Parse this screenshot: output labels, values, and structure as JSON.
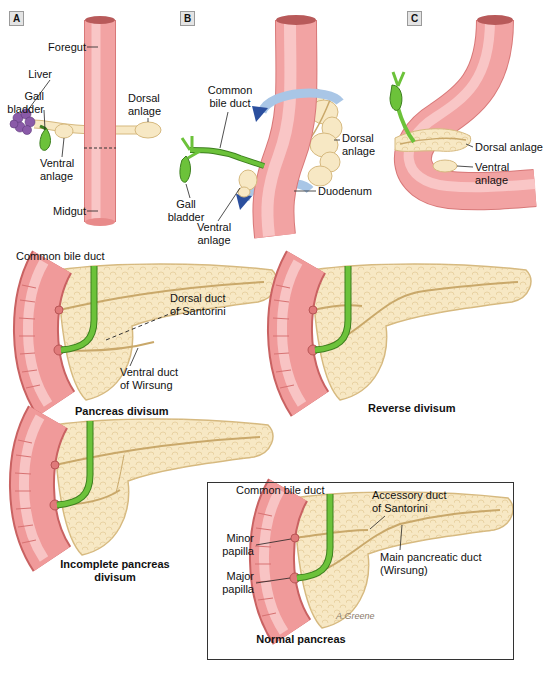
{
  "diagram": {
    "nodes": [
      {
        "text": [
          "A"
        ]
      },
      {
        "text": [
          "B"
        ]
      },
      {
        "text": [
          "C"
        ]
      },
      {
        "text": [
          "Normal pancreas"
        ]
      }
    ],
    "labels": [
      "Foregut",
      "Liver",
      "Gall bladder",
      "Dorsal anlage",
      "Ventral anlage",
      "Midgut",
      "Common bile duct",
      "Dorsal anlage",
      "Gall bladder",
      "Ventral anlage",
      "Duodenum",
      "Dorsal anlage",
      "Ventral anlage",
      "Common bile duct",
      "Dorsal duct of Santorini",
      "Ventral duct of Wirsung",
      "Pancreas divisum",
      "Reverse divisum",
      "Incomplete pancreas divisum",
      "Common bile duct",
      "Accessory duct of Santorini",
      "Minor papilla",
      "Major papilla",
      "Main pancreatic duct (Wirsung)",
      "A.Greene"
    ]
  }
}
